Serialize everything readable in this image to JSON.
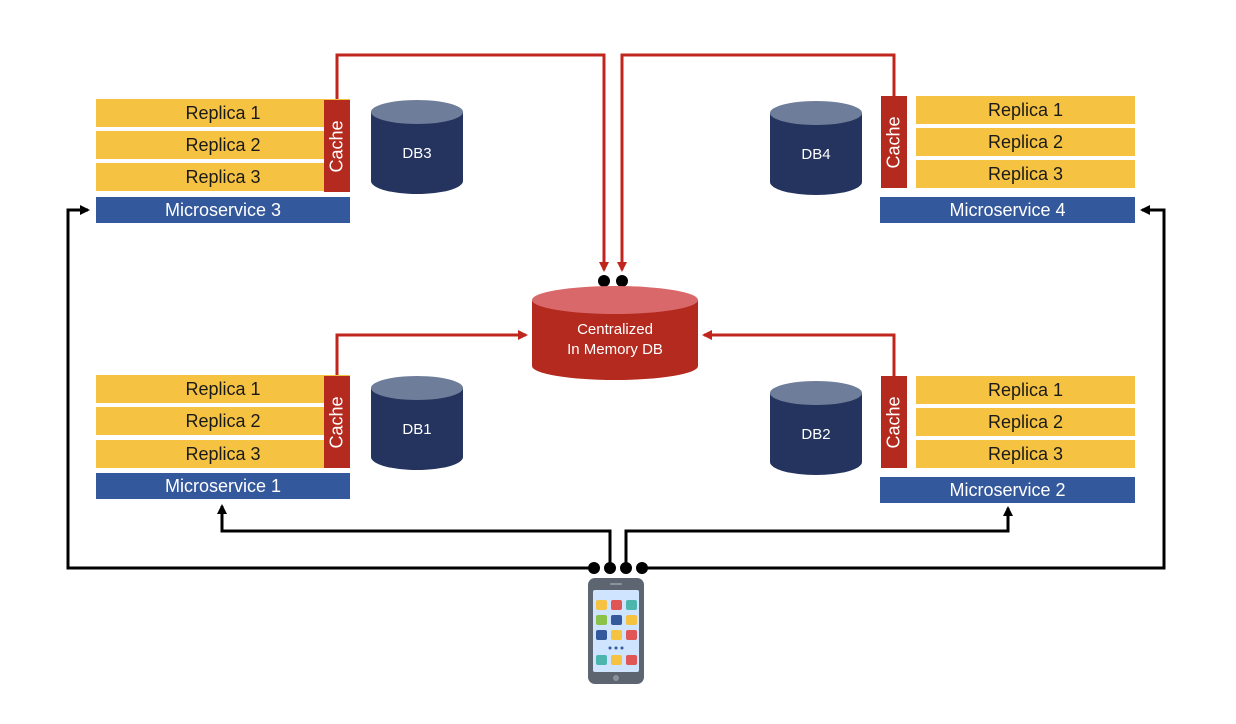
{
  "clusters": {
    "ms3": {
      "replicas": [
        "Replica 1",
        "Replica 2",
        "Replica 3"
      ],
      "service": "Microservice 3",
      "cache": "Cache",
      "db": "DB3"
    },
    "ms4": {
      "replicas": [
        "Replica 1",
        "Replica 2",
        "Replica 3"
      ],
      "service": "Microservice 4",
      "cache": "Cache",
      "db": "DB4"
    },
    "ms1": {
      "replicas": [
        "Replica 1",
        "Replica 2",
        "Replica 3"
      ],
      "service": "Microservice 1",
      "cache": "Cache",
      "db": "DB1"
    },
    "ms2": {
      "replicas": [
        "Replica 1",
        "Replica 2",
        "Replica 3"
      ],
      "service": "Microservice 2",
      "cache": "Cache",
      "db": "DB2"
    }
  },
  "central_db": {
    "line1": "Centralized",
    "line2": "In Memory DB"
  },
  "colors": {
    "replica": "#f5c242",
    "service": "#34589c",
    "cache": "#b52a1f",
    "local_db": "#24345f",
    "local_db_top": "#6e7d99",
    "central_db": "#b52a1f",
    "central_db_top": "#d9686a",
    "cache_link": "#c0261e",
    "client_link": "#000000"
  },
  "icons": {
    "client": "smartphone-icon"
  }
}
